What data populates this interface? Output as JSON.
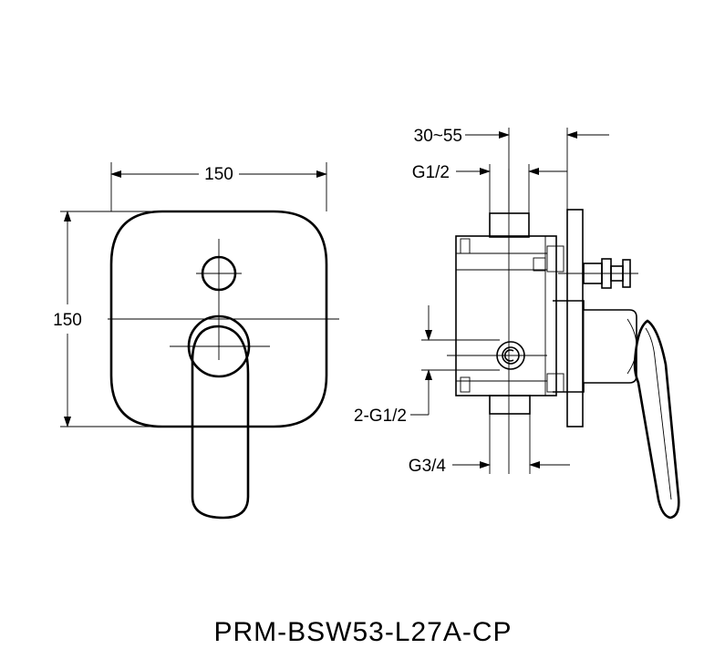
{
  "front_view": {
    "width_label": "150",
    "height_label": "150"
  },
  "side_view": {
    "depth_label": "30~55",
    "top_inlet_label": "G1/2",
    "side_inlet_label": "2-G1/2",
    "bottom_outlet_label": "G3/4"
  },
  "model_code": "PRM-BSW53-L27A-CP"
}
